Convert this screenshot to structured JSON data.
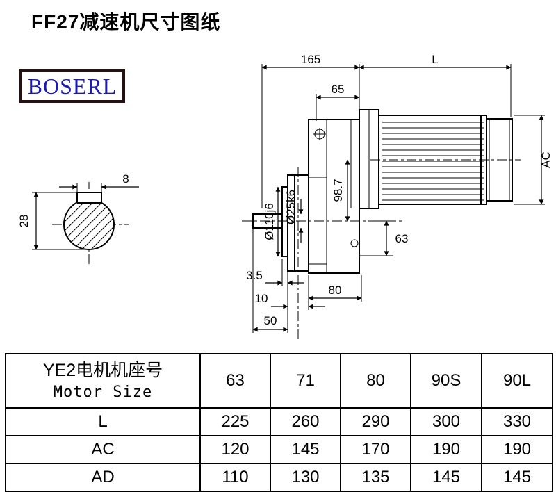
{
  "title": "FF27减速机尺寸图纸",
  "logo": "BOSERL",
  "drawing": {
    "dim_165": "165",
    "dim_L": "L",
    "dim_65": "65",
    "dim_AC": "AC",
    "dim_8": "8",
    "dim_28": "28",
    "dim_d110": "Ø110j6",
    "dim_d25": "Ø25k6",
    "dim_98_7": "98.7",
    "dim_63": "63",
    "dim_3_5": "3.5",
    "dim_10": "10",
    "dim_50": "50",
    "dim_80": "80"
  },
  "table": {
    "header_cn": "YE2电机机座号",
    "header_en": "Motor Size",
    "motor_sizes": [
      "63",
      "71",
      "80",
      "90S",
      "90L"
    ],
    "rows": [
      {
        "label": "L",
        "values": [
          "225",
          "260",
          "290",
          "300",
          "330"
        ]
      },
      {
        "label": "AC",
        "values": [
          "120",
          "145",
          "170",
          "190",
          "190"
        ]
      },
      {
        "label": "AD",
        "values": [
          "110",
          "130",
          "135",
          "145",
          "145"
        ]
      }
    ]
  }
}
